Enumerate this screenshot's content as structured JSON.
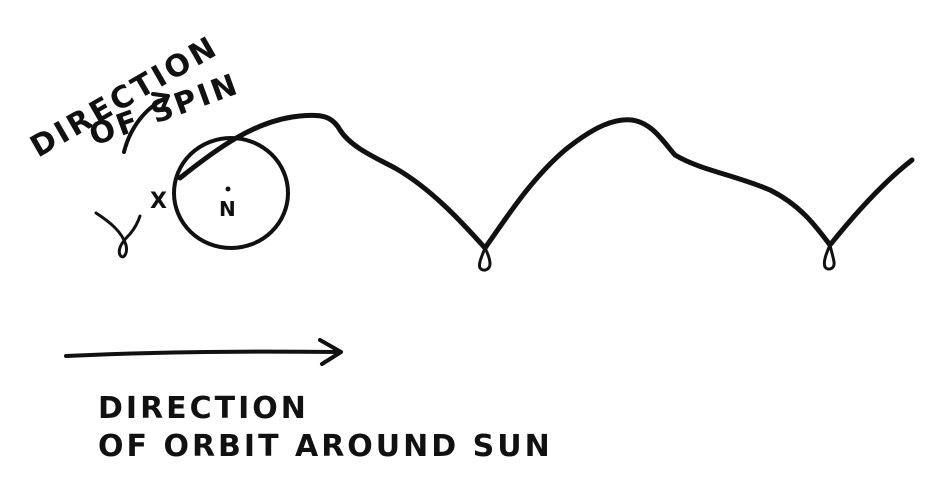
{
  "labels": {
    "spin_line1": "DIRECTION",
    "spin_line2": "OF SPIN",
    "orbit_line1": "DIRECTION",
    "orbit_line2": "OF ORBIT AROUND SUN",
    "point_x": "X",
    "point_n": "N"
  },
  "colors": {
    "ink": "#111111",
    "background": "#ffffff"
  }
}
